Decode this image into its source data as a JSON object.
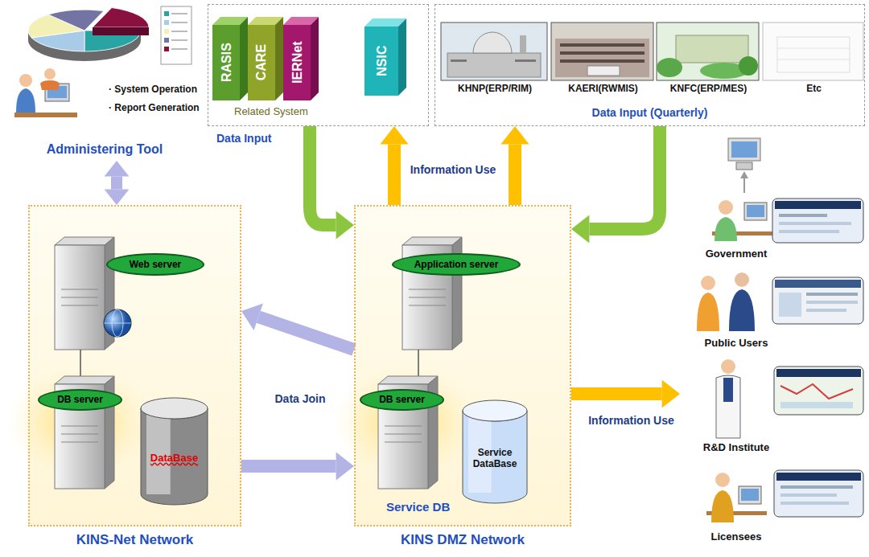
{
  "diagram": {
    "nodes": [
      {
        "text": [
          "Related System",
          "Data Input"
        ]
      },
      {
        "text": [
          "RASIS"
        ],
        "in": 0
      },
      {
        "text": [
          "CARE"
        ],
        "in": 0
      },
      {
        "text": [
          "IERNet"
        ],
        "in": 0
      },
      {
        "text": [
          "NSIC"
        ],
        "in": 0
      },
      {
        "text": [
          "Data Input (Quarterly)"
        ]
      },
      {
        "text": [
          "KHNP(ERP/RIM)"
        ],
        "in": 5
      },
      {
        "text": [
          "KAERI(RWMIS)"
        ],
        "in": 5
      },
      {
        "text": [
          "KNFC(ERP/MES)"
        ],
        "in": 5
      },
      {
        "text": [
          "Etc"
        ],
        "in": 5
      },
      {
        "text": [
          "· System Operation",
          "· Report Generation",
          "Administering Tool"
        ]
      },
      {
        "text": [
          "KINS-Net Network"
        ]
      },
      {
        "text": [
          "Web server"
        ],
        "in": 11
      },
      {
        "text": [
          "DB server"
        ],
        "in": 11
      },
      {
        "text": [
          "DataBase"
        ],
        "in": 11
      },
      {
        "text": [
          "KINS DMZ Network"
        ]
      },
      {
        "text": [
          "Application server"
        ],
        "in": 15
      },
      {
        "text": [
          "DB server"
        ],
        "in": 15
      },
      {
        "text": [
          "Service DataBase",
          "Service DB"
        ],
        "in": 15
      },
      {
        "text": [
          "Government"
        ]
      },
      {
        "text": [
          "Public Users"
        ]
      },
      {
        "text": [
          "R&D Institute"
        ]
      },
      {
        "text": [
          "Licensees"
        ]
      }
    ],
    "edges": [
      {
        "from": 10,
        "to": 11,
        "arrow": "both"
      },
      {
        "from": 0,
        "to": 15,
        "arrow": "to"
      },
      {
        "from": 5,
        "to": 15,
        "arrow": "to"
      },
      {
        "from": 15,
        "to": 0,
        "arrow": "to",
        "label": "Information Use"
      },
      {
        "from": 15,
        "to": 5,
        "arrow": "to"
      },
      {
        "from": 11,
        "to": 15,
        "arrow": "to"
      },
      {
        "from": 15,
        "to": 11,
        "arrow": "to",
        "label": "Data Join"
      },
      {
        "from": 15,
        "to": 21,
        "arrow": "to",
        "label": "Information Use"
      }
    ]
  }
}
